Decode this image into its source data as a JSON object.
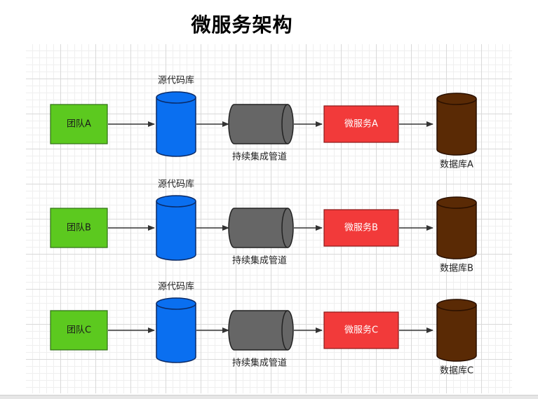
{
  "title": "微服务架构",
  "rows": [
    {
      "team": "团队A",
      "repo": "源代码库",
      "pipeline": "持续集成管道",
      "service": "微服务A",
      "db": "数据库A"
    },
    {
      "team": "团队B",
      "repo": "源代码库",
      "pipeline": "持续集成管道",
      "service": "微服务B",
      "db": "数据库B"
    },
    {
      "team": "团队C",
      "repo": "源代码库",
      "pipeline": "持续集成管道",
      "service": "微服务C",
      "db": "数据库C"
    }
  ],
  "colors": {
    "team_fill": "#5cc91f",
    "team_stroke": "#2f6f14",
    "repo_fill": "#0a6ff0",
    "repo_stroke": "#0a2a66",
    "pipeline_fill": "#666666",
    "pipeline_stroke": "#222222",
    "service_fill": "#f23a3a",
    "service_stroke": "#8a1a1a",
    "db_fill": "#5a2a05",
    "db_stroke": "#2a1000",
    "arrow": "#333333"
  }
}
